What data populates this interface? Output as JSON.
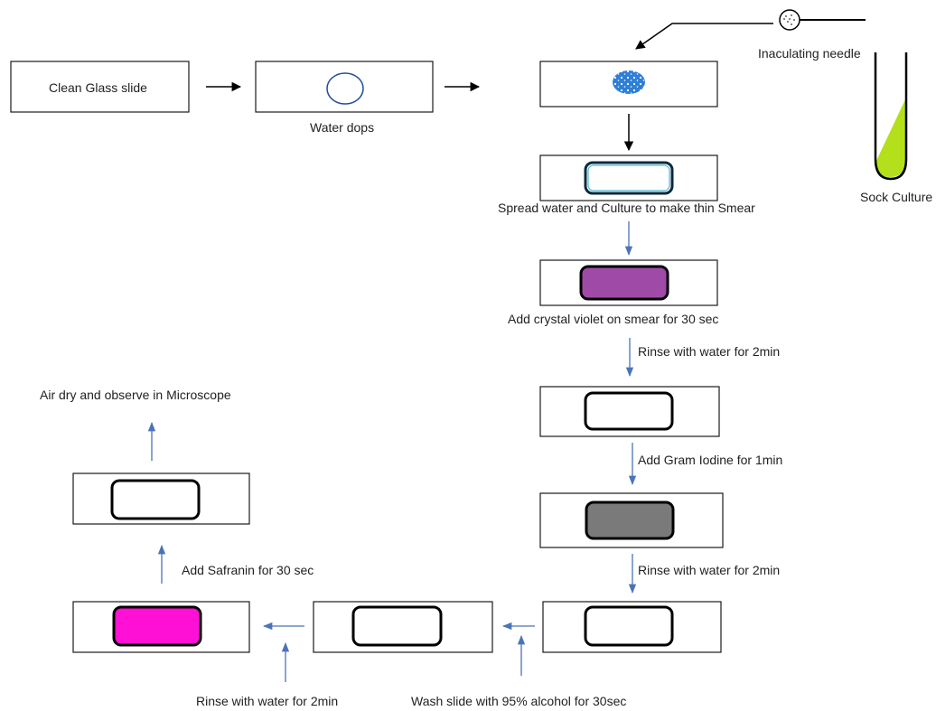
{
  "labels": {
    "clean_slide": "Clean Glass slide",
    "water_drops": "Water dops",
    "needle": "Inaculating needle",
    "culture": "Sock Culture",
    "spread": "Spread water and Culture to make thin Smear",
    "crystal_violet": "Add crystal violet on smear for 30 sec",
    "rinse_1": "Rinse with water for 2min",
    "gram_iodine": "Add Gram Iodine for 1min",
    "rinse_2": "Rinse with water for 2min",
    "alcohol": "Wash slide with 95% alcohol for 30sec",
    "rinse_3": "Rinse with water for 2min",
    "safranin": "Add Safranin for 30 sec",
    "observe": "Air dry and observe in Microscope"
  },
  "colors": {
    "crystal_violet": "#a04aa8",
    "gram_iodine": "#7a7a7a",
    "safranin": "#ff10d4",
    "culture": "#b3e01a",
    "smear_blue": "#2f7fd6",
    "arrow_blue": "#4a74b8"
  }
}
